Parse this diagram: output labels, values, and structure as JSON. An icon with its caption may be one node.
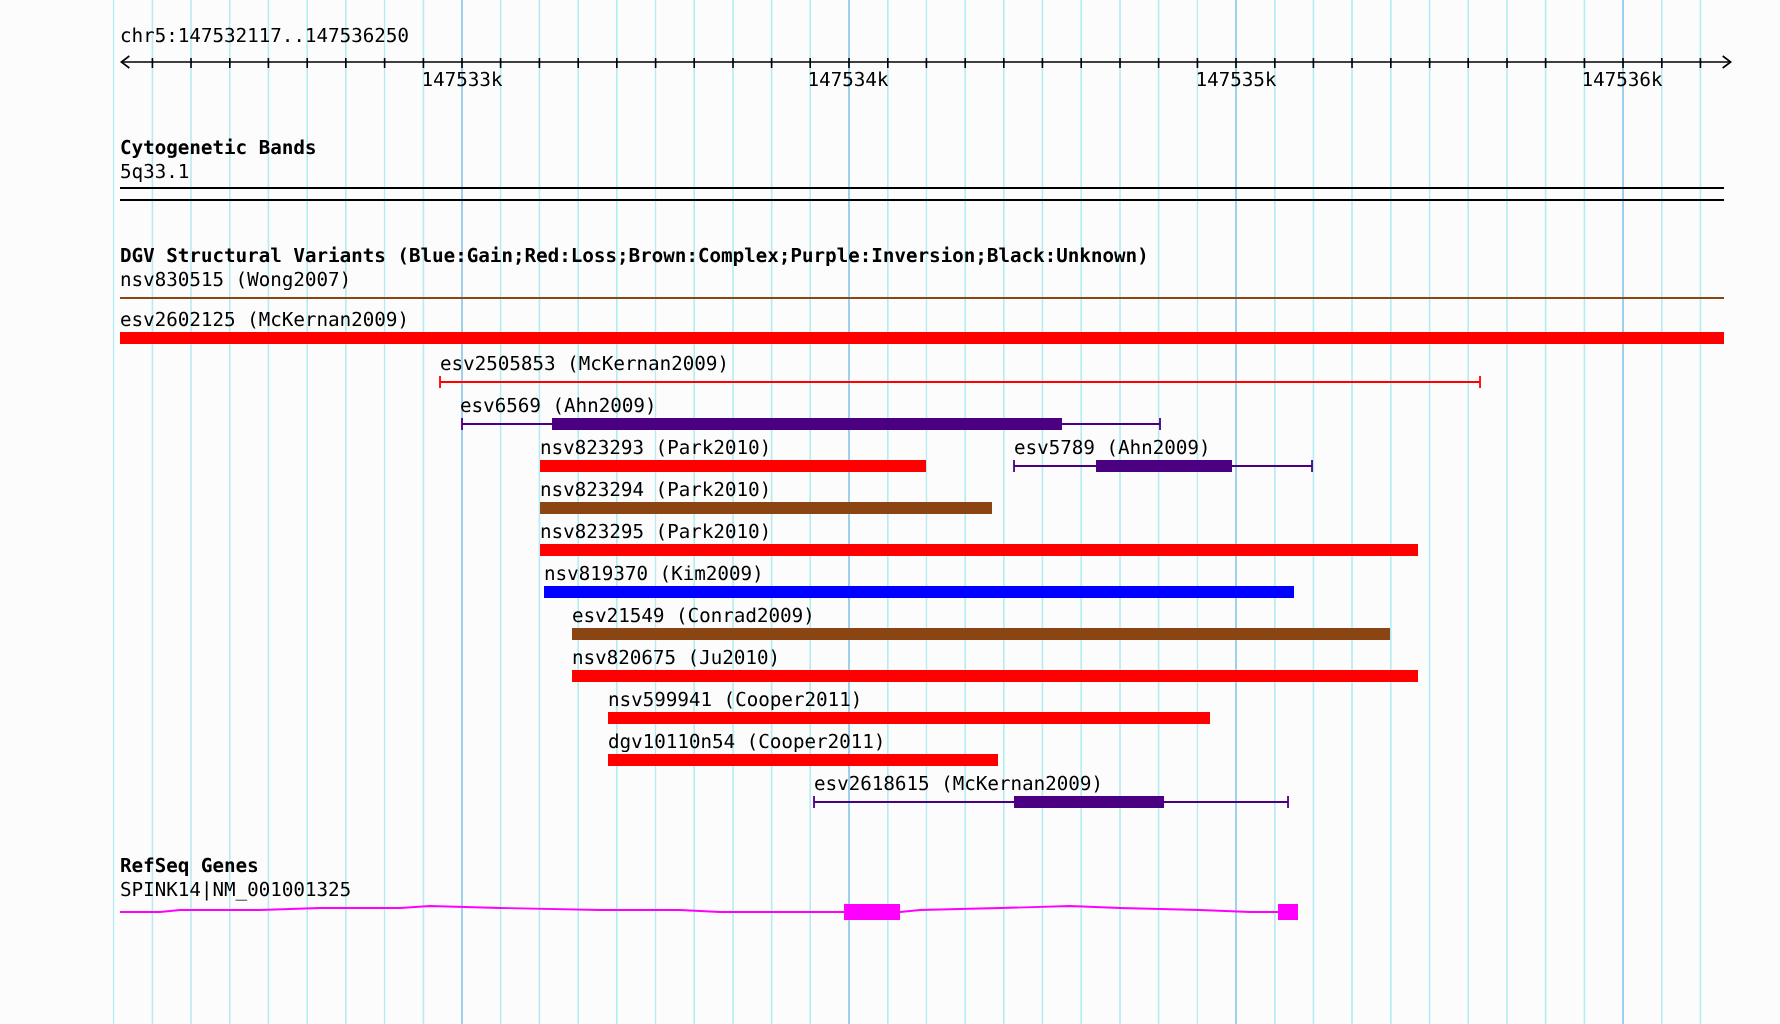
{
  "diagram": {
    "nodes": [
      {
        "text": [
          "nsv830515 (Wong2007)"
        ]
      },
      {
        "text": [
          "esv2602125 (McKernan2009)"
        ]
      },
      {
        "text": [
          "esv2505853 (McKernan2009)"
        ]
      },
      {
        "text": [
          "esv6569 (Ahn2009)"
        ]
      },
      {
        "text": [
          "nsv823293 (Park2010)"
        ]
      },
      {
        "text": [
          "esv5789 (Ahn2009)"
        ]
      },
      {
        "text": [
          "nsv823294 (Park2010)"
        ]
      },
      {
        "text": [
          "nsv823295 (Park2010)"
        ]
      },
      {
        "text": [
          "nsv819370 (Kim2009)"
        ]
      },
      {
        "text": [
          "esv21549 (Conrad2009)"
        ]
      },
      {
        "text": [
          "nsv820675 (Ju2010)"
        ]
      },
      {
        "text": [
          "nsv599941 (Cooper2011)"
        ]
      },
      {
        "text": [
          "dgv10110n54 (Cooper2011)"
        ]
      },
      {
        "text": [
          "esv2618615 (McKernan2009)"
        ]
      },
      {
        "text": [
          "SPINK14|NM_001001325"
        ]
      }
    ],
    "labels": [
      "chr5:147532117..147536250",
      "147533k",
      "147534k",
      "147535k",
      "147536k",
      "Cytogenetic Bands",
      "5q33.1",
      "DGV Structural Variants (Blue:Gain;Red:Loss;Brown:Complex;Purple:Inversion;Black:Unknown)",
      "RefSeq Genes"
    ]
  }
}
